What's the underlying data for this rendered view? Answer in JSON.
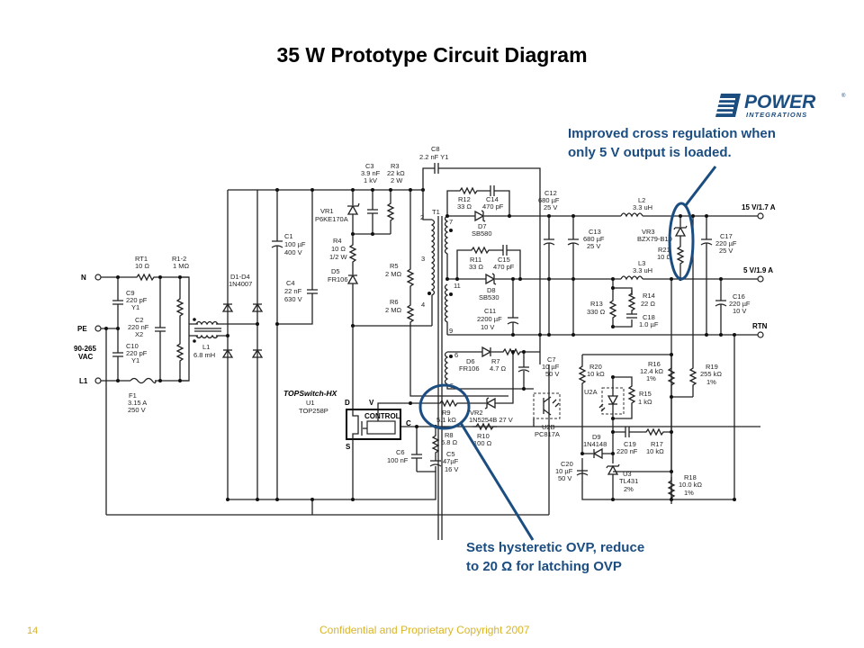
{
  "page": {
    "title": "35 W Prototype Circuit Diagram",
    "logo": {
      "main": "POWER",
      "sub": "INTEGRATIONS",
      "mark": "®",
      "color": "#1b4d80"
    },
    "callouts": [
      {
        "id": "cross-regulation",
        "lines": [
          "Improved cross regulation when",
          "only 5 V output is loaded."
        ],
        "target": "VR3 / R21"
      },
      {
        "id": "ovp",
        "lines": [
          "Sets hysteretic OVP, reduce",
          "to 20 Ω for latching OVP"
        ],
        "target": "R9"
      }
    ],
    "footer": {
      "page_number": "14",
      "copyright": "Confidential  and Proprietary  Copyright  2007"
    },
    "colors": {
      "callout": "#1b4d80",
      "footer": "#d9b52a",
      "wire": "#222222"
    }
  },
  "schematic": {
    "terminals": {
      "N": "N",
      "PE": "PE",
      "L1": "L1",
      "vac_line1": "90-265",
      "vac_line2": "VAC",
      "out15": "15 V/1.7 A",
      "out5": "5 V/1.9 A",
      "rtn": "RTN"
    },
    "components": {
      "RT1": [
        "RT1",
        "10 Ω"
      ],
      "R12_in": [
        "R1-2",
        "1 MΩ"
      ],
      "C9": [
        "C9",
        "220 pF",
        "Y1"
      ],
      "C2": [
        "C2",
        "220 nF",
        "X2"
      ],
      "C10": [
        "C10",
        "220 pF",
        "Y1"
      ],
      "F1": [
        "F1",
        "3.15 A",
        "250 V"
      ],
      "L1": [
        "L1",
        "6.8 mH"
      ],
      "D1D4": [
        "D1-D4",
        "1N4007"
      ],
      "C1": [
        "C1",
        "100 µF",
        "400 V"
      ],
      "C4": [
        "C4",
        "22 nF",
        "630 V"
      ],
      "C3": [
        "C3",
        "3.9 nF",
        "1 kV"
      ],
      "R3": [
        "R3",
        "22 kΩ",
        "2 W"
      ],
      "VR1": [
        "VR1",
        "P6KE170A"
      ],
      "R4": [
        "R4",
        "10 Ω",
        "1/2 W"
      ],
      "D5": [
        "D5",
        "FR106"
      ],
      "R5": [
        "R5",
        "2 MΩ"
      ],
      "R6": [
        "R6",
        "2 MΩ"
      ],
      "C8": [
        "C8",
        "2.2 nF  Y1"
      ],
      "T1": [
        "T1"
      ],
      "T1_pins": [
        "2",
        "3",
        "4",
        "7",
        "11",
        "9",
        "6",
        "5"
      ],
      "R12": [
        "R12",
        "33 Ω"
      ],
      "C14": [
        "C14",
        "470 pF"
      ],
      "D7": [
        "D7",
        "SB580"
      ],
      "R11": [
        "R11",
        "33 Ω"
      ],
      "C15": [
        "C15",
        "470 pF"
      ],
      "D8": [
        "D8",
        "SB530"
      ],
      "C11": [
        "C11",
        "2200 µF",
        "10 V"
      ],
      "C12": [
        "C12",
        "680 µF",
        "25 V"
      ],
      "C13": [
        "C13",
        "680 µF",
        "25 V"
      ],
      "L2": [
        "L2",
        "3.3 uH"
      ],
      "L3": [
        "L3",
        "3.3 uH"
      ],
      "VR3": [
        "VR3",
        "BZX79-B10"
      ],
      "R21": [
        "R21",
        "10 Ω"
      ],
      "C17": [
        "C17",
        "220 µF",
        "25 V"
      ],
      "C16": [
        "C16",
        "220 µF",
        "10 V"
      ],
      "R13": [
        "R13",
        "330 Ω"
      ],
      "R14": [
        "R14",
        "22 Ω"
      ],
      "C18": [
        "C18",
        "1.0 µF"
      ],
      "U1": [
        "TOPSwitch-HX",
        "U1",
        "TOP258P",
        "CONTROL"
      ],
      "U1_pins": [
        "D",
        "V",
        "C",
        "S"
      ],
      "D6": [
        "D6",
        "FR106"
      ],
      "R7": [
        "R7",
        "4.7 Ω"
      ],
      "C7": [
        "C7",
        "10 µF",
        "50 V"
      ],
      "R9": [
        "R9",
        "5.1 kΩ"
      ],
      "VR2": [
        "VR2",
        "1N5254B 27 V"
      ],
      "R8": [
        "R8",
        "6.8 Ω"
      ],
      "R10": [
        "R10",
        "100 Ω"
      ],
      "C6": [
        "C6",
        "100 nF"
      ],
      "C5": [
        "C5",
        "47µF",
        "16 V"
      ],
      "U2B": [
        "U2B",
        "PC817A"
      ],
      "U2A": [
        "U2A"
      ],
      "R20": [
        "R20",
        "10 kΩ"
      ],
      "R15": [
        "R15",
        "1 kΩ"
      ],
      "R16": [
        "R16",
        "12.4 kΩ",
        "1%"
      ],
      "R19": [
        "R19",
        "255 kΩ",
        "1%"
      ],
      "D9": [
        "D9",
        "1N4148"
      ],
      "C19": [
        "C19",
        "220 nF"
      ],
      "R17": [
        "R17",
        "10 kΩ"
      ],
      "C20": [
        "C20",
        "10 µF",
        "50 V"
      ],
      "U3": [
        "U3",
        "TL431",
        "2%"
      ],
      "R18": [
        "R18",
        "10.0 kΩ",
        "1%"
      ]
    }
  }
}
